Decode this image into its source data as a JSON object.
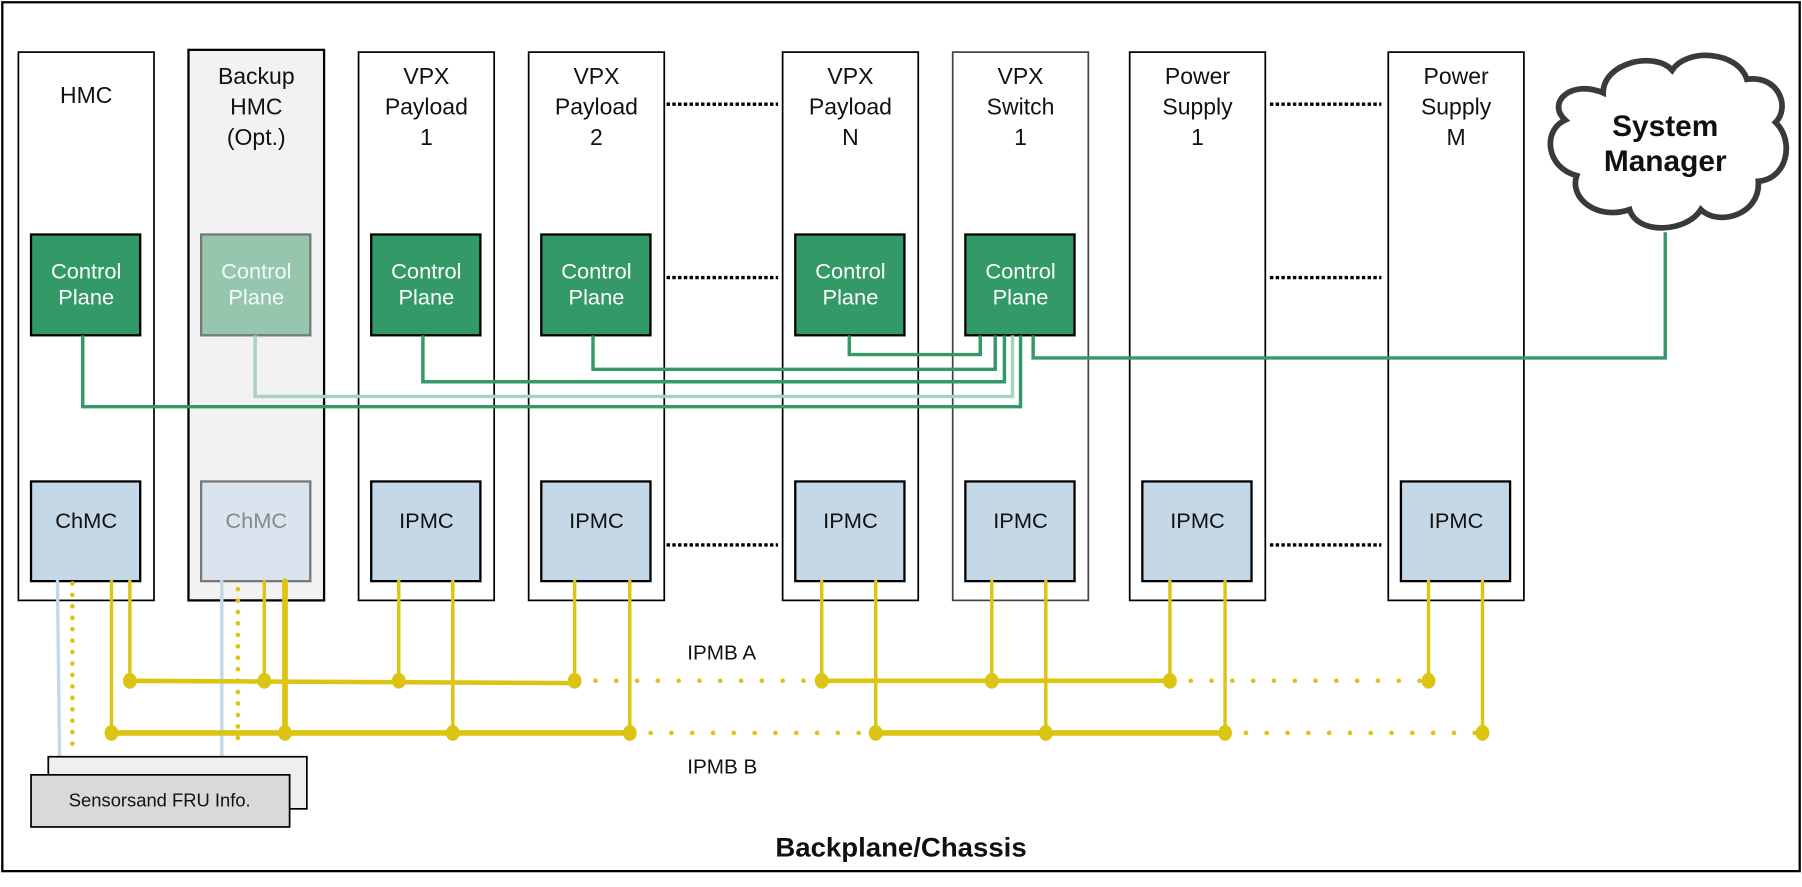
{
  "diagram": {
    "chassis_label": "Backplane/Chassis",
    "system_manager": {
      "line1": "System",
      "line2": "Manager",
      "shape": "cloud"
    },
    "slots": [
      {
        "id": "hmc",
        "title": [
          "HMC"
        ],
        "control_plane": [
          "Control",
          "Plane"
        ],
        "mc_label": "ChMC",
        "faded": false
      },
      {
        "id": "backup-hmc",
        "title": [
          "Backup",
          "HMC",
          "(Opt.)"
        ],
        "control_plane": [
          "Control",
          "Plane"
        ],
        "mc_label": "ChMC",
        "faded": true
      },
      {
        "id": "vpx-payload-1",
        "title": [
          "VPX",
          "Payload",
          "1"
        ],
        "control_plane": [
          "Control",
          "Plane"
        ],
        "mc_label": "IPMC",
        "faded": false
      },
      {
        "id": "vpx-payload-2",
        "title": [
          "VPX",
          "Payload",
          "2"
        ],
        "control_plane": [
          "Control",
          "Plane"
        ],
        "mc_label": "IPMC",
        "faded": false
      },
      {
        "id": "vpx-payload-n",
        "title": [
          "VPX",
          "Payload",
          "N"
        ],
        "control_plane": [
          "Control",
          "Plane"
        ],
        "mc_label": "IPMC",
        "faded": false
      },
      {
        "id": "vpx-switch-1",
        "title": [
          "VPX",
          "Switch",
          "1"
        ],
        "control_plane": [
          "Control",
          "Plane"
        ],
        "mc_label": "IPMC",
        "faded": false
      },
      {
        "id": "power-supply-1",
        "title": [
          "Power",
          "Supply",
          "1"
        ],
        "control_plane": null,
        "mc_label": "IPMC",
        "faded": false
      },
      {
        "id": "power-supply-m",
        "title": [
          "Power",
          "Supply",
          "M"
        ],
        "control_plane": null,
        "mc_label": "IPMC",
        "faded": false
      }
    ],
    "buses": {
      "ipmb_a": "IPMB A",
      "ipmb_b": "IPMB B"
    },
    "sensors": {
      "label": "Sensorsand FRU Info."
    },
    "colors": {
      "control_plane": "#339966",
      "control_plane_faded": "#96c6ae",
      "mc_fill": "#c5d8e8",
      "mc_fill_faded": "#dae4ee",
      "ipmb": "#dcc412",
      "control_link": "#339966",
      "control_link_faded": "#a8d2bd",
      "sensor_link": "#c5d8e8",
      "backup_slot_bg": "#f2f2f2"
    }
  }
}
